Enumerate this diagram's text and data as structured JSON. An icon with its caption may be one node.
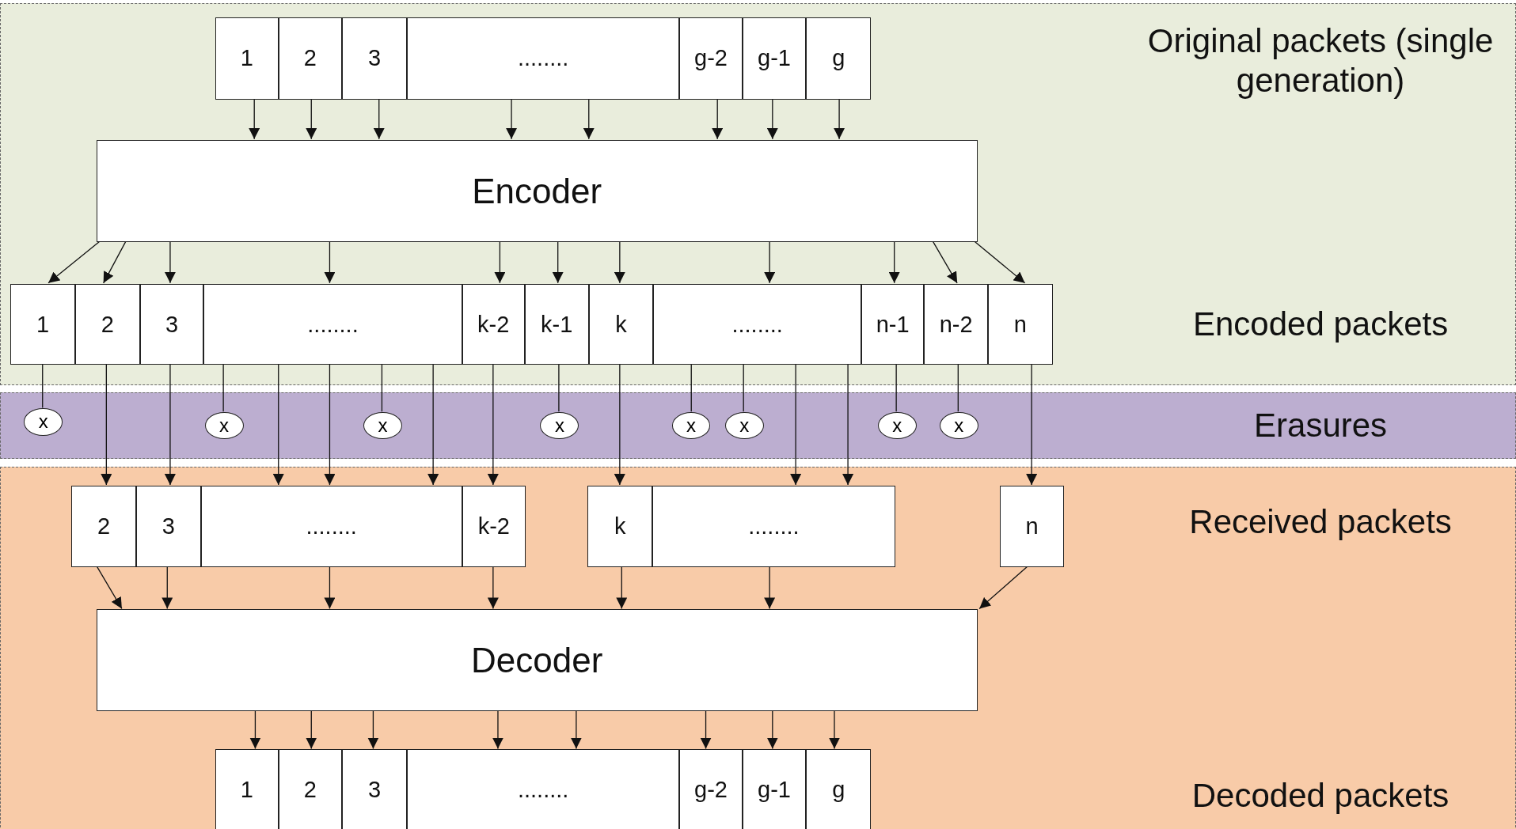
{
  "diagram": {
    "nodes": [
      {
        "text": [
          "Original packets (single generation)",
          "Encoded packets"
        ]
      },
      {
        "text": [
          "1"
        ],
        "in": 0
      },
      {
        "text": [
          "2"
        ],
        "in": 0
      },
      {
        "text": [
          "3"
        ],
        "in": 0
      },
      {
        "text": [
          "........"
        ],
        "in": 0
      },
      {
        "text": [
          "g-2"
        ],
        "in": 0
      },
      {
        "text": [
          "g-1"
        ],
        "in": 0
      },
      {
        "text": [
          "g"
        ],
        "in": 0
      },
      {
        "text": [
          "Encoder"
        ],
        "in": 0
      },
      {
        "text": [
          "1"
        ],
        "in": 0
      },
      {
        "text": [
          "2"
        ],
        "in": 0
      },
      {
        "text": [
          "3"
        ],
        "in": 0
      },
      {
        "text": [
          "........"
        ],
        "in": 0
      },
      {
        "text": [
          "k-2"
        ],
        "in": 0
      },
      {
        "text": [
          "k-1"
        ],
        "in": 0
      },
      {
        "text": [
          "k"
        ],
        "in": 0
      },
      {
        "text": [
          "........"
        ],
        "in": 0
      },
      {
        "text": [
          "n-1"
        ],
        "in": 0
      },
      {
        "text": [
          "n-2"
        ],
        "in": 0
      },
      {
        "text": [
          "n"
        ],
        "in": 0
      },
      {
        "text": [
          "Erasures"
        ]
      },
      {
        "text": [
          "x"
        ],
        "in": 20
      },
      {
        "text": [
          "x"
        ],
        "in": 20
      },
      {
        "text": [
          "x"
        ],
        "in": 20
      },
      {
        "text": [
          "x"
        ],
        "in": 20
      },
      {
        "text": [
          "x"
        ],
        "in": 20
      },
      {
        "text": [
          "x"
        ],
        "in": 20
      },
      {
        "text": [
          "x"
        ],
        "in": 20
      },
      {
        "text": [
          "x"
        ],
        "in": 20
      },
      {
        "text": [
          "Received packets",
          "Decoded packets"
        ]
      },
      {
        "text": [
          "2"
        ],
        "in": 29
      },
      {
        "text": [
          "3"
        ],
        "in": 29
      },
      {
        "text": [
          "........"
        ],
        "in": 29
      },
      {
        "text": [
          "k-2"
        ],
        "in": 29
      },
      {
        "text": [
          "k"
        ],
        "in": 29
      },
      {
        "text": [
          "........"
        ],
        "in": 29
      },
      {
        "text": [
          "n"
        ],
        "in": 29
      },
      {
        "text": [
          "Decoder"
        ],
        "in": 29
      },
      {
        "text": [
          "1"
        ],
        "in": 29
      },
      {
        "text": [
          "2"
        ],
        "in": 29
      },
      {
        "text": [
          "3"
        ],
        "in": 29
      },
      {
        "text": [
          "........"
        ],
        "in": 29
      },
      {
        "text": [
          "g-2"
        ],
        "in": 29
      },
      {
        "text": [
          "g-1"
        ],
        "in": 29
      },
      {
        "text": [
          "g"
        ],
        "in": 29
      }
    ],
    "edges": [
      {
        "from": 1,
        "to": 8,
        "arrow": "to"
      },
      {
        "from": 2,
        "to": 8,
        "arrow": "to"
      },
      {
        "from": 3,
        "to": 8,
        "arrow": "to"
      },
      {
        "from": 4,
        "to": 8,
        "arrow": "to"
      },
      {
        "from": 4,
        "to": 8,
        "arrow": "to"
      },
      {
        "from": 5,
        "to": 8,
        "arrow": "to"
      },
      {
        "from": 6,
        "to": 8,
        "arrow": "to"
      },
      {
        "from": 7,
        "to": 8,
        "arrow": "to"
      },
      {
        "from": 8,
        "to": 9,
        "arrow": "to"
      },
      {
        "from": 8,
        "to": 10,
        "arrow": "to"
      },
      {
        "from": 8,
        "to": 11,
        "arrow": "to"
      },
      {
        "from": 8,
        "to": 12,
        "arrow": "to"
      },
      {
        "from": 8,
        "to": 13,
        "arrow": "to"
      },
      {
        "from": 8,
        "to": 14,
        "arrow": "to"
      },
      {
        "from": 8,
        "to": 15,
        "arrow": "to"
      },
      {
        "from": 8,
        "to": 16,
        "arrow": "to"
      },
      {
        "from": 8,
        "to": 17,
        "arrow": "to"
      },
      {
        "from": 8,
        "to": 18,
        "arrow": "to"
      },
      {
        "from": 8,
        "to": 19,
        "arrow": "to"
      },
      {
        "from": 9,
        "to": 21,
        "arrow": "none"
      },
      {
        "from": 10,
        "to": 30,
        "arrow": "to"
      },
      {
        "from": 11,
        "to": 31,
        "arrow": "to"
      },
      {
        "from": 12,
        "to": 22,
        "arrow": "none"
      },
      {
        "from": 12,
        "to": 32,
        "arrow": "to"
      },
      {
        "from": 12,
        "to": 32,
        "arrow": "to"
      },
      {
        "from": 12,
        "to": 23,
        "arrow": "none"
      },
      {
        "from": 12,
        "to": 32,
        "arrow": "to"
      },
      {
        "from": 13,
        "to": 33,
        "arrow": "to"
      },
      {
        "from": 14,
        "to": 24,
        "arrow": "none"
      },
      {
        "from": 15,
        "to": 34,
        "arrow": "to"
      },
      {
        "from": 16,
        "to": 25,
        "arrow": "none"
      },
      {
        "from": 16,
        "to": 26,
        "arrow": "none"
      },
      {
        "from": 16,
        "to": 35,
        "arrow": "to"
      },
      {
        "from": 16,
        "to": 35,
        "arrow": "to"
      },
      {
        "from": 17,
        "to": 27,
        "arrow": "none"
      },
      {
        "from": 18,
        "to": 28,
        "arrow": "none"
      },
      {
        "from": 19,
        "to": 36,
        "arrow": "to"
      },
      {
        "from": 30,
        "to": 37,
        "arrow": "to"
      },
      {
        "from": 31,
        "to": 37,
        "arrow": "to"
      },
      {
        "from": 32,
        "to": 37,
        "arrow": "to"
      },
      {
        "from": 33,
        "to": 37,
        "arrow": "to"
      },
      {
        "from": 34,
        "to": 37,
        "arrow": "to"
      },
      {
        "from": 35,
        "to": 37,
        "arrow": "to"
      },
      {
        "from": 36,
        "to": 37,
        "arrow": "to"
      },
      {
        "from": 37,
        "to": 38,
        "arrow": "to"
      },
      {
        "from": 37,
        "to": 39,
        "arrow": "to"
      },
      {
        "from": 37,
        "to": 40,
        "arrow": "to"
      },
      {
        "from": 37,
        "to": 41,
        "arrow": "to"
      },
      {
        "from": 37,
        "to": 41,
        "arrow": "to"
      },
      {
        "from": 37,
        "to": 42,
        "arrow": "to"
      },
      {
        "from": 37,
        "to": 43,
        "arrow": "to"
      },
      {
        "from": 37,
        "to": 44,
        "arrow": "to"
      }
    ]
  }
}
